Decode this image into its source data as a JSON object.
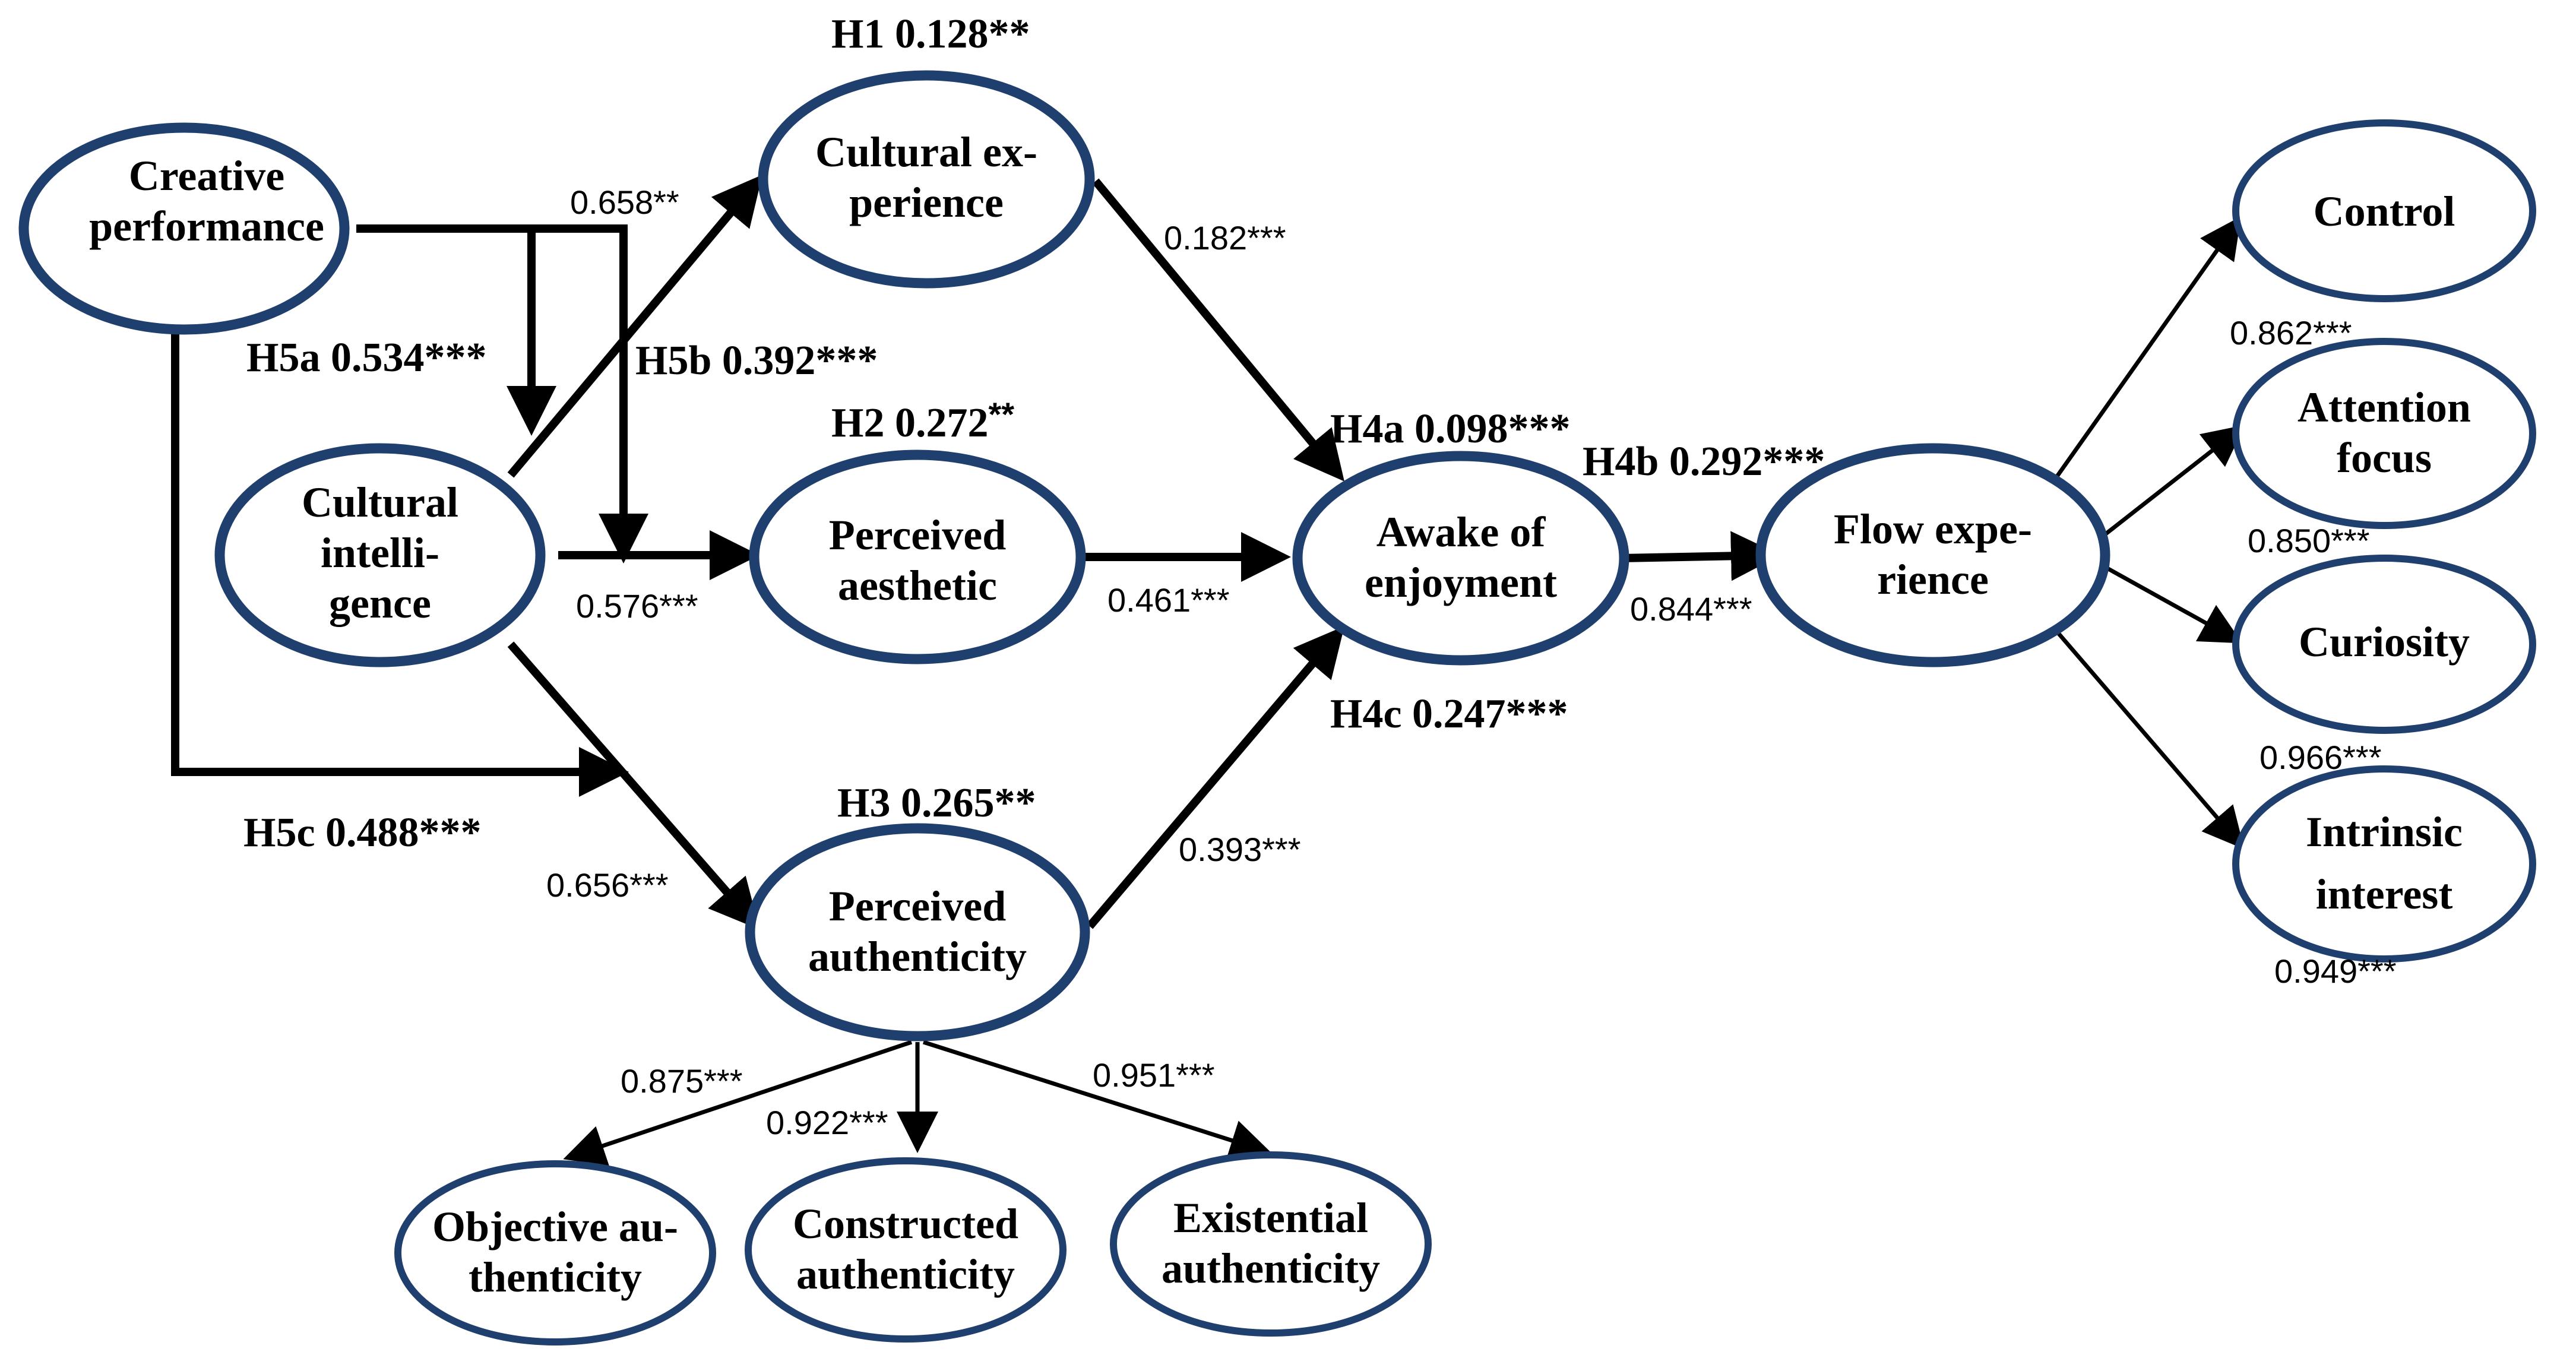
{
  "nodes": {
    "creative_performance": [
      "Creative",
      "performance"
    ],
    "cultural_intelligence": [
      "Cultural",
      "intelli-",
      "gence"
    ],
    "cultural_experience": [
      "Cultural ex-",
      "perience"
    ],
    "perceived_aesthetic": [
      "Perceived",
      "aesthetic"
    ],
    "perceived_authenticity": [
      "Perceived",
      "authenticity"
    ],
    "awake_of_enjoyment": [
      "Awake of",
      "enjoyment"
    ],
    "flow_experience": [
      "Flow expe-",
      "rience"
    ],
    "control": [
      "Control"
    ],
    "attention_focus": [
      "Attention",
      "focus"
    ],
    "curiosity": [
      "Curiosity"
    ],
    "intrinsic_interest": [
      "Intrinsic",
      "interest"
    ],
    "objective_authenticity": [
      "Objective au-",
      "thenticity"
    ],
    "constructed_authenticity": [
      "Constructed",
      "authenticity"
    ],
    "existential_authenticity": [
      "Existential",
      "authenticity"
    ]
  },
  "hypotheses": {
    "h1": "H1 0.128**",
    "h2_main": "H2 0.272",
    "h2_stars": "**",
    "h3": "H3 0.265**",
    "h4a": "H4a 0.098***",
    "h4b": "H4b 0.292***",
    "h4c": "H4c 0.247***",
    "h5a": "H5a 0.534***",
    "h5b": "H5b 0.392***",
    "h5c": "H5c 0.488***"
  },
  "coefficients": {
    "ci_to_ce": "0.658**",
    "ci_to_pa": "0.576***",
    "ci_to_pauth": "0.656***",
    "ce_to_ae": "0.182***",
    "pa_to_ae": "0.461***",
    "pauth_to_ae": "0.393***",
    "ae_to_flow": "0.844***",
    "flow_control": "0.862***",
    "flow_attention": "0.850***",
    "flow_curiosity": "0.966***",
    "flow_interest": "0.949***",
    "pauth_objective": "0.875***",
    "pauth_constructed": "0.922***",
    "pauth_existential": "0.951***"
  },
  "colors": {
    "node_border": "#1f3f6e",
    "arrow": "#000000"
  }
}
